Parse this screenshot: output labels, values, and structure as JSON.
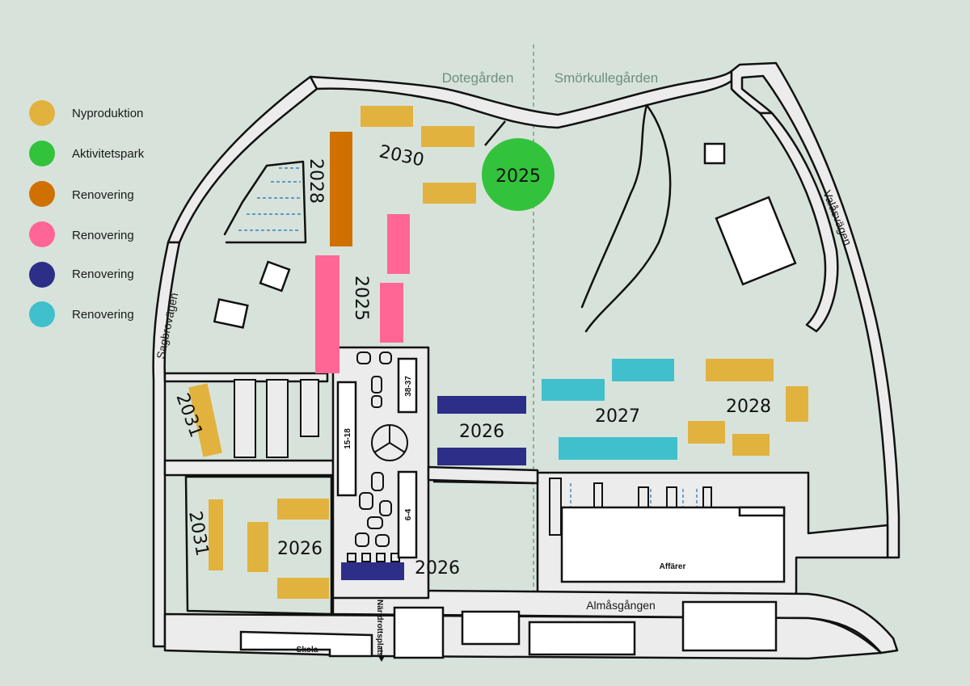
{
  "legend": {
    "items": [
      {
        "label": "Nyproduktion",
        "color": "#e2b23f"
      },
      {
        "label": "Aktivitetspark",
        "color": "#33c23c"
      },
      {
        "label": "Renovering",
        "color": "#d07000"
      },
      {
        "label": "Renovering",
        "color": "#ff6695"
      },
      {
        "label": "Renovering",
        "color": "#2c2e87"
      },
      {
        "label": "Renovering",
        "color": "#3fc0cc"
      }
    ]
  },
  "areas": {
    "left": "Dotegården",
    "right": "Smörkullegården"
  },
  "streets": {
    "sagbrovagen": "Sagbrovägen",
    "valasvagen": "Valåsvägen",
    "almasgangen": "Almåsgången",
    "naridrottsplats": "Näridrottsplats"
  },
  "buildings": {
    "b_38_37": "38-37",
    "b_15_18": "15-18",
    "b_6_4": "6-4",
    "affarer": "Affärer",
    "skola": "Skola"
  },
  "years": {
    "y2030": "2030",
    "y2028_orange": "2028",
    "y2025_park": "2025",
    "y2025_pink": "2025",
    "y2031_top": "2031",
    "y2026_navy": "2026",
    "y2027": "2027",
    "y2028_right": "2028",
    "y2031_bottom": "2031",
    "y2026_bottom": "2026",
    "y2026_navy_bottom": "2026"
  }
}
